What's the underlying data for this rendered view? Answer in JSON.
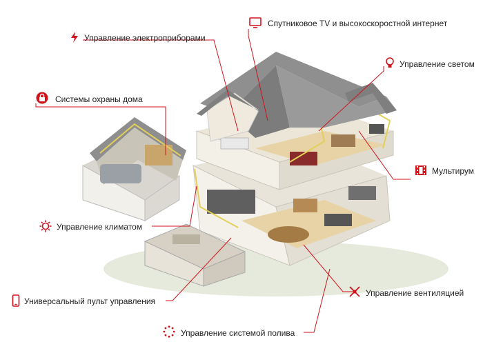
{
  "colors": {
    "accent": "#d0121b",
    "leader": "#d0121b",
    "text": "#222222",
    "roof": "#8e8e8e",
    "wall": "#e9e6df",
    "floor": "#e8d3a6",
    "yellow_trim": "#e3cf57"
  },
  "labels": {
    "electro": {
      "text": "Управление электроприборами",
      "icon": "lightning-icon"
    },
    "tv": {
      "text": "Спутниковое TV и высокоскоростной интернет",
      "icon": "tv-monitor-icon"
    },
    "light": {
      "text": "Управление светом",
      "icon": "light-bulb-icon"
    },
    "security": {
      "text": "Системы охраны дома",
      "icon": "padlock-icon"
    },
    "multiroom": {
      "text": "Мультирум",
      "icon": "film-strip-icon"
    },
    "climate": {
      "text": "Управление климатом",
      "icon": "sun-gear-icon"
    },
    "remote": {
      "text": "Универсальный пульт управления",
      "icon": "smartphone-icon"
    },
    "ventilation": {
      "text": "Управление вентиляцией",
      "icon": "fan-arrows-icon"
    },
    "irrigation": {
      "text": "Управление системой полива",
      "icon": "dotted-circle-icon"
    }
  }
}
